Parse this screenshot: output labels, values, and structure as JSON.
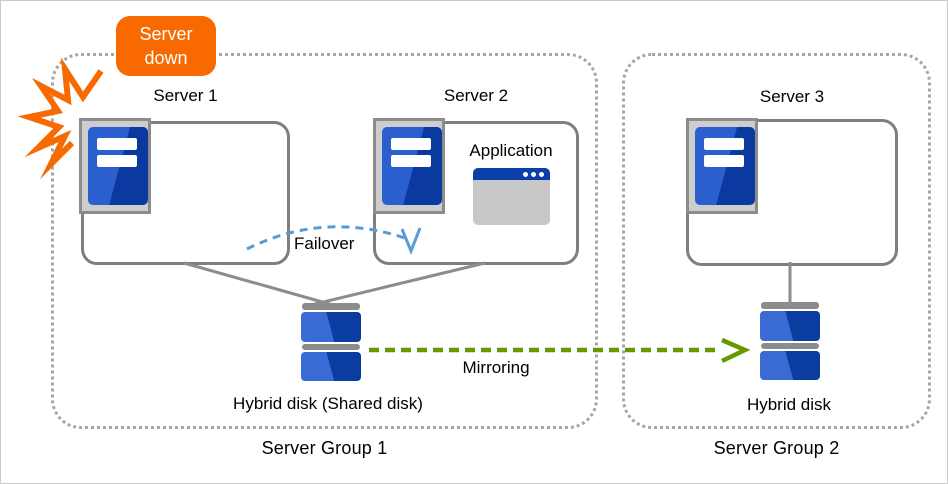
{
  "badge": {
    "label": "Server down",
    "bg_color": "#F86A00"
  },
  "groups": [
    {
      "label": "Server Group 1"
    },
    {
      "label": "Server Group 2"
    }
  ],
  "servers": [
    {
      "label": "Server 1"
    },
    {
      "label": "Server 2"
    },
    {
      "label": "Server 3"
    }
  ],
  "application": {
    "label": "Application"
  },
  "arrows": {
    "failover": {
      "label": "Failover",
      "color": "#5B9BD5",
      "style": "dashed"
    },
    "mirroring": {
      "label": "Mirroring",
      "color": "#669900",
      "style": "dashed"
    }
  },
  "disks": [
    {
      "label": "Hybrid disk (Shared disk)"
    },
    {
      "label": "Hybrid disk"
    }
  ],
  "icons": {
    "shock": "server-down-shock-icon",
    "server_tower": "server-tower-icon",
    "app_window": "application-window-icon",
    "disk_stack": "disk-stack-icon"
  },
  "colors": {
    "group_border": "#A6A6A6",
    "box_border": "#7F7F7F",
    "connector_gray": "#8C8C8C",
    "server_blue_light": "#2B5FCE",
    "server_blue_dark": "#0A3AA0",
    "disk_blue_light": "#3A6AD4",
    "disk_blue_dark": "#0B3C9F",
    "app_title_blue": "#0B3EA8",
    "shock_orange": "#F86A00"
  }
}
